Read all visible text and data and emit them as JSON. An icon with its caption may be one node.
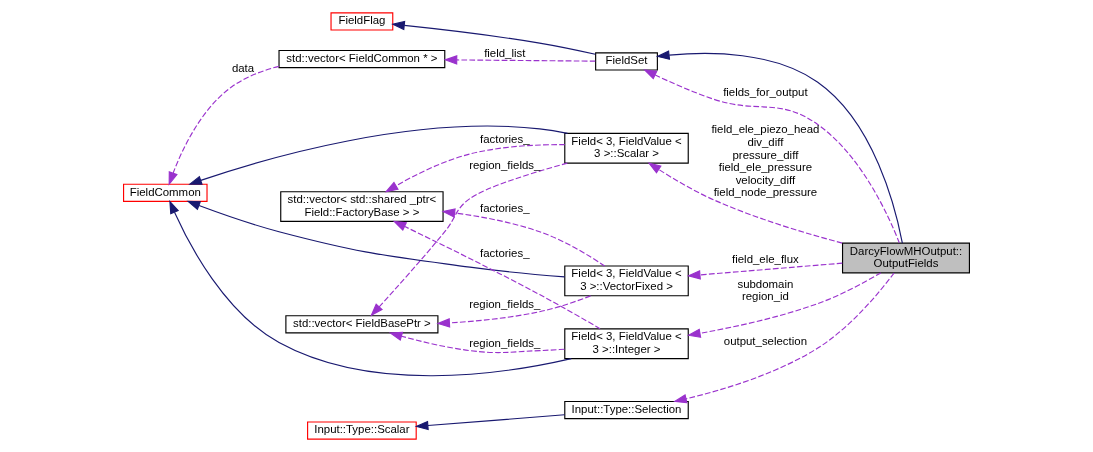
{
  "diagram": {
    "nodes": [
      {
        "text": [
          "FieldFlag"
        ]
      },
      {
        "text": [
          "FieldSet"
        ]
      },
      {
        "text": [
          "std::vector< FieldCommon * >"
        ]
      },
      {
        "text": [
          "FieldCommon"
        ]
      },
      {
        "text": [
          "Field< 3, FieldValue < 3 >::Scalar >"
        ]
      },
      {
        "text": [
          "Input::Type::Scalar"
        ]
      },
      {
        "text": [
          "Input::Type::Selection"
        ]
      },
      {
        "text": [
          "std::vector< std::shared _ptr< Field::FactoryBase > >"
        ]
      },
      {
        "text": [
          "Field< 3, FieldValue < 3 >::VectorFixed >"
        ]
      },
      {
        "text": [
          "std::vector< FieldBasePtr >"
        ]
      },
      {
        "text": [
          "Field< 3, FieldValue < 3 >::Integer >"
        ]
      },
      {
        "text": [
          "DarcyFlowMHOutput:: OutputFields"
        ]
      }
    ],
    "edges": [
      {
        "from": 1,
        "to": 0,
        "arrow": "to",
        "color": "#191970"
      },
      {
        "from": 11,
        "to": 1,
        "arrow": "to",
        "color": "#191970"
      },
      {
        "from": 2,
        "to": 3,
        "arrow": "to",
        "label": "data",
        "style": "dashed"
      },
      {
        "from": 1,
        "to": 2,
        "arrow": "to",
        "label": "field_list",
        "style": "dashed"
      },
      {
        "from": 11,
        "to": 1,
        "arrow": "to",
        "label": "fields_for_output",
        "style": "dashed"
      },
      {
        "from": 4,
        "to": 3,
        "arrow": "to",
        "color": "#191970"
      },
      {
        "from": 8,
        "to": 3,
        "arrow": "to",
        "color": "#191970"
      },
      {
        "from": 10,
        "to": 3,
        "arrow": "to",
        "color": "#191970"
      },
      {
        "from": 11,
        "to": 4,
        "arrow": "to",
        "label": "field_ele_piezo_head div_diff pressure_diff field_ele_pressure velocity_diff field_node_pressure",
        "style": "dashed"
      },
      {
        "from": 6,
        "to": 5,
        "arrow": "to",
        "color": "#191970"
      },
      {
        "from": 11,
        "to": 6,
        "arrow": "to",
        "label": "output_selection",
        "style": "dashed"
      },
      {
        "from": 11,
        "to": 8,
        "arrow": "to",
        "label": "field_ele_flux",
        "style": "dashed"
      },
      {
        "from": 11,
        "to": 10,
        "arrow": "to",
        "label": "subdomain region_id",
        "style": "dashed"
      },
      {
        "from": 4,
        "to": 7,
        "arrow": "to",
        "label": "factories_",
        "style": "dashed"
      },
      {
        "from": 4,
        "to": 9,
        "arrow": "to",
        "label": "region_fields_",
        "style": "dashed"
      },
      {
        "from": 8,
        "to": 7,
        "arrow": "to",
        "label": "factories_",
        "style": "dashed"
      },
      {
        "from": 8,
        "to": 9,
        "arrow": "to",
        "label": "region_fields_",
        "style": "dashed"
      },
      {
        "from": 10,
        "to": 7,
        "arrow": "to",
        "label": "factories_",
        "style": "dashed"
      },
      {
        "from": 10,
        "to": 9,
        "arrow": "to",
        "label": "region_fields_",
        "style": "dashed"
      }
    ]
  }
}
